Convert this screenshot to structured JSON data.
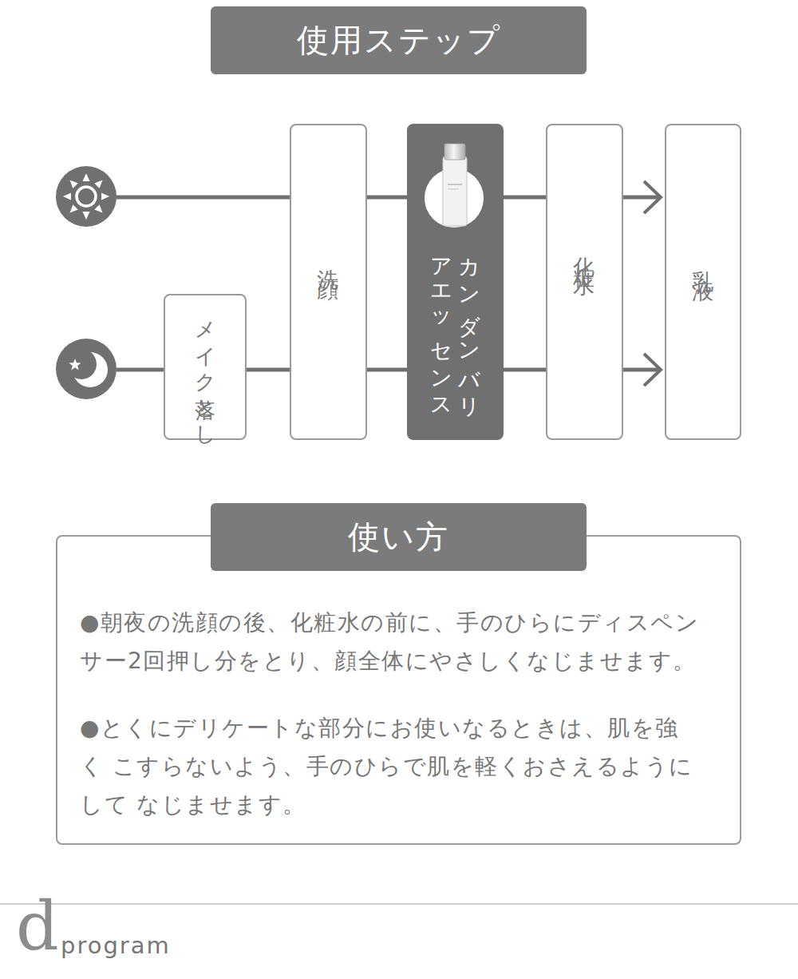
{
  "diagram": {
    "title": "使用ステップ",
    "nodes": [
      {
        "text": [
          "メイク落とし"
        ]
      },
      {
        "text": [
          "洗顔"
        ]
      },
      {
        "text": [
          "カンダンバリアエッセンス"
        ]
      },
      {
        "text": [
          "化粧水"
        ]
      },
      {
        "text": [
          "乳液"
        ]
      },
      {
        "text": [
          "使い方",
          "●朝夜の洗顔の後、化粧水の前に、手のひらにディスペン サー2回押し分をとり、顔全体にやさしくなじませます。",
          "●とくにデリケートな部分にお使いなるときは、肌を強く こすらないよう、手のひらで肌を軽くおさえるようにして なじませます。"
        ]
      }
    ],
    "edges": [
      {
        "from": 1,
        "to": 2,
        "arrow": "none"
      },
      {
        "from": 2,
        "to": 3,
        "arrow": "none"
      },
      {
        "from": 3,
        "to": 4,
        "arrow": "to"
      },
      {
        "from": 0,
        "to": 1,
        "arrow": "none"
      },
      {
        "from": 1,
        "to": 2,
        "arrow": "none"
      },
      {
        "from": 2,
        "to": 3,
        "arrow": "none"
      },
      {
        "from": 3,
        "to": 4,
        "arrow": "to"
      }
    ],
    "labels": [
      "d",
      "program"
    ]
  }
}
